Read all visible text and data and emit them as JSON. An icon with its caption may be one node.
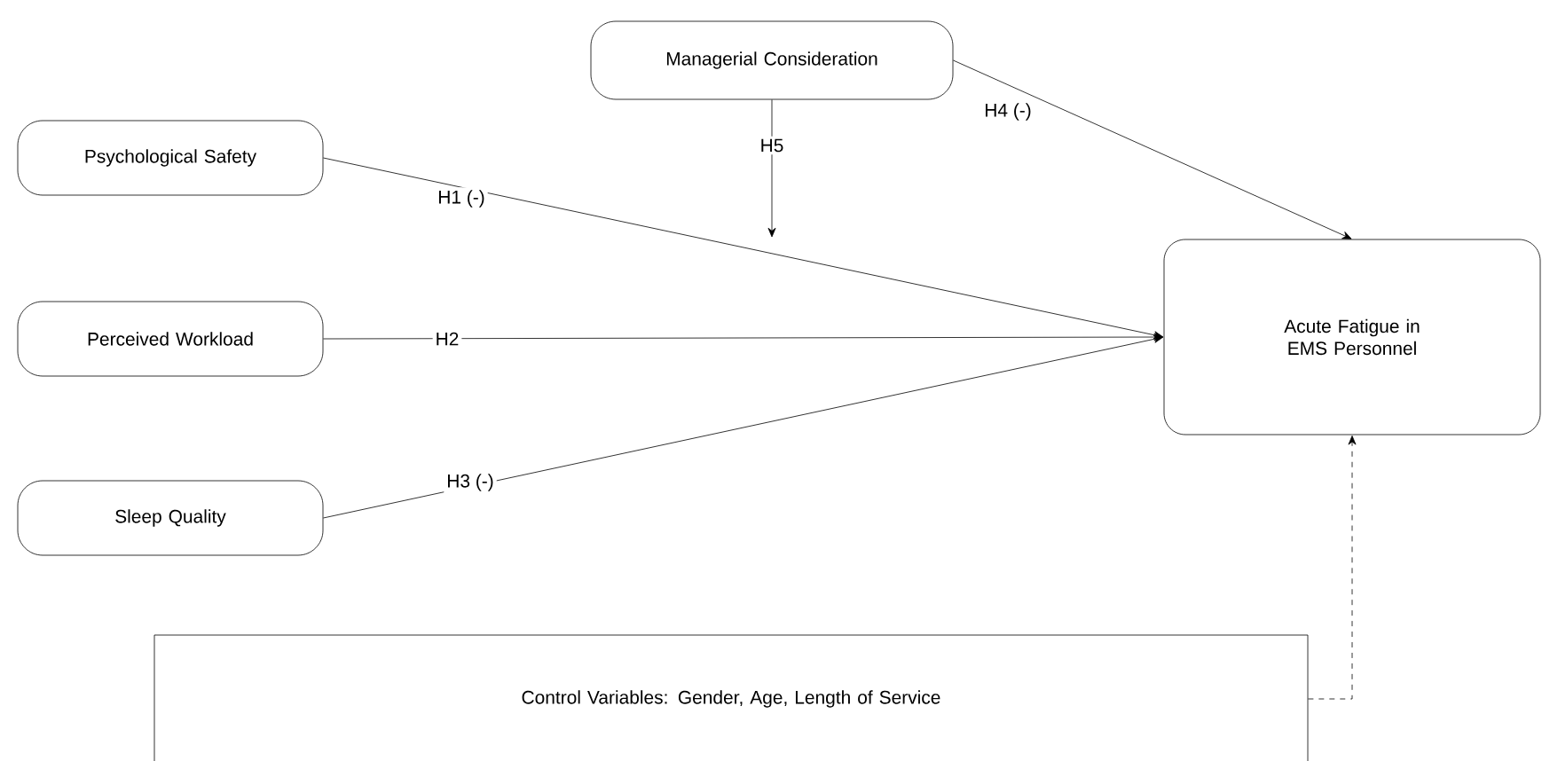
{
  "diagram": {
    "nodes": [
      {
        "text": [
          "Managerial Consideration"
        ]
      },
      {
        "text": [
          "Psychological Safety"
        ]
      },
      {
        "text": [
          "Perceived Workload"
        ]
      },
      {
        "text": [
          "Sleep Quality"
        ]
      },
      {
        "text": [
          "Acute Fatigue in EMS Personnel"
        ]
      },
      {
        "text": [
          "Control Variables: Gender, Age, Length of Service"
        ]
      }
    ],
    "edges": [
      {
        "from": 1,
        "to": 4,
        "arrow": "to",
        "label": "H1 (-)"
      },
      {
        "from": 2,
        "to": 4,
        "arrow": "to",
        "label": "H2"
      },
      {
        "from": 3,
        "to": 4,
        "arrow": "to",
        "label": "H3 (-)"
      },
      {
        "from": 0,
        "to": 4,
        "arrow": "to",
        "label": "H4 (-)"
      },
      {
        "from": 0,
        "to": null,
        "arrow": "to",
        "label": "H5"
      },
      {
        "from": 5,
        "to": 4,
        "arrow": "to",
        "style": "dashed"
      }
    ]
  }
}
